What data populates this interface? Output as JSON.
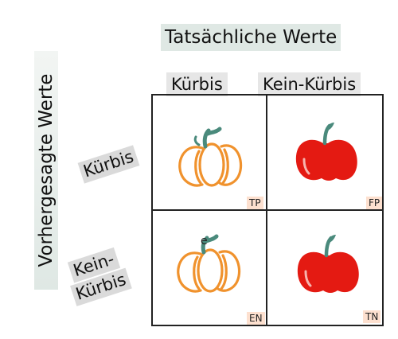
{
  "title": "Tatsächliche Werte",
  "y_axis_label": "Vorhergesagte Werte",
  "columns": [
    "Kürbis",
    "Kein-Kürbis"
  ],
  "rows": [
    [
      "Kürbis"
    ],
    [
      "Kein-",
      "Kürbis"
    ]
  ],
  "cells": [
    {
      "icon": "pumpkin-icon",
      "tag": "TP"
    },
    {
      "icon": "apple-icon",
      "tag": "FP"
    },
    {
      "icon": "pumpkin-icon",
      "tag": "EN"
    },
    {
      "icon": "apple-icon",
      "tag": "TN"
    }
  ],
  "colors": {
    "pumpkin": "#f0922d",
    "apple": "#e41a12",
    "stem": "#4a8a7c",
    "tag_bg": "#fde0cf"
  }
}
